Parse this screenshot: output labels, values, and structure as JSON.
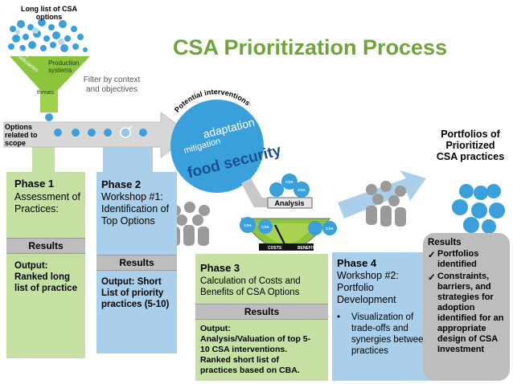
{
  "title": "CSA Prioritization Process",
  "funnel": {
    "top_label": "Long list of CSA options",
    "segments": [
      "Target beneficiaries",
      "Production systems",
      "threats"
    ],
    "filter_label": "Filter by context and objectives"
  },
  "arrow": {
    "label": "Options related to scope"
  },
  "interventions": {
    "arc_label": "Potential interventions",
    "words": [
      "adaptation",
      "mitigation",
      "food security"
    ]
  },
  "scale": {
    "label": "Analysis",
    "costs": "COSTS",
    "benefits": "BENEFITS",
    "tokens": [
      "CSA",
      "CSA",
      "CSA",
      "CSA",
      "CSA"
    ]
  },
  "portfolios": {
    "label": "Portfolios of Prioritized CSA practices"
  },
  "phase1": {
    "title": "Phase 1",
    "subtitle": "Assessment of Practices:",
    "results": "Results",
    "output": "Output: Ranked long list of practice"
  },
  "phase2": {
    "title": "Phase 2",
    "subtitle": "Workshop #1: Identification of Top Options",
    "results": "Results",
    "output": "Output: Short List of priority practices (5-10)"
  },
  "phase3": {
    "title": "Phase 3",
    "subtitle": "Calculation of Costs and Benefits of CSA Options",
    "results": "Results",
    "output_label": "Output:",
    "output": "Analysis/Valuation of top 5-10 CSA interventions. Ranked short list of practices based on CBA."
  },
  "phase4": {
    "title": "Phase 4",
    "subtitle": "Workshop #2: Portfolio Development",
    "bullet": "Visualization of trade-offs and synergies between practices"
  },
  "results_box": {
    "heading": "Results",
    "items": [
      "Portfolios identified",
      "Constraints, barriers, and strategies for adoption identified for an appropriate design of CSA Investment"
    ]
  },
  "colors": {
    "title": "#6fa43a",
    "green_panel": "#c6e0a4",
    "blue_panel": "#a9cfeb",
    "dot": "#3aa0dc"
  }
}
